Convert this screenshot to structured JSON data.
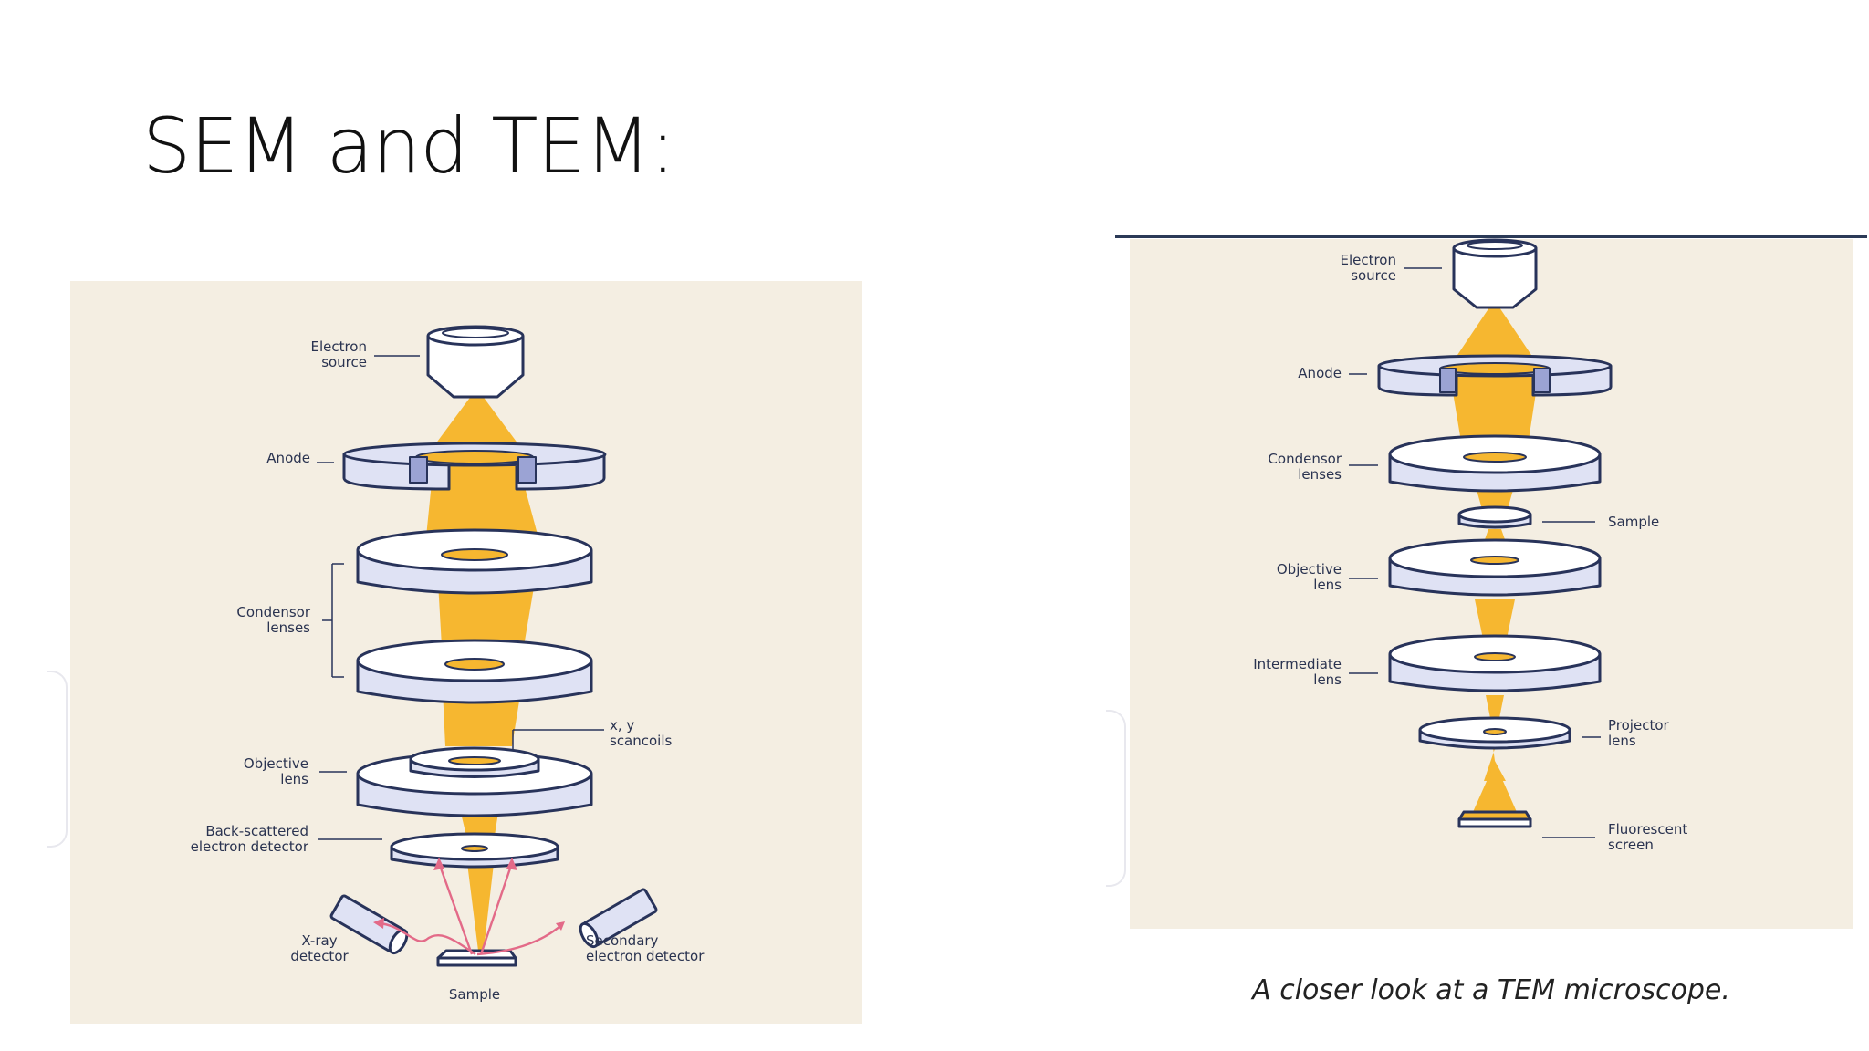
{
  "slide": {
    "title": "SEM and TEM:"
  },
  "sem": {
    "labels": {
      "electron_source": "Electron\nsource",
      "anode": "Anode",
      "condensor_lenses": "Condensor\nlenses",
      "scancoils": "x, y\nscancoils",
      "objective_lens": "Objective\nlens",
      "backscattered_detector": "Back-scattered\nelectron detector",
      "xray_detector": "X-ray\ndetector",
      "secondary_detector": "Secondary\nelectron detector",
      "sample": "Sample"
    }
  },
  "tem": {
    "labels": {
      "electron_source": "Electron\nsource",
      "anode": "Anode",
      "condensor_lenses": "Condensor\nlenses",
      "sample": "Sample",
      "objective_lens": "Objective\nlens",
      "intermediate_lens": "Intermediate\nlens",
      "projector_lens": "Projector\nlens",
      "fluorescent_screen": "Fluorescent\nscreen"
    },
    "caption": "A closer look at a TEM microscope."
  },
  "colors": {
    "panel_bg": "#f4eee2",
    "beam": "#f6b730",
    "lens_fill": "#dfe2f4",
    "lens_stroke": "#28335a",
    "arrow": "#e36a88"
  }
}
